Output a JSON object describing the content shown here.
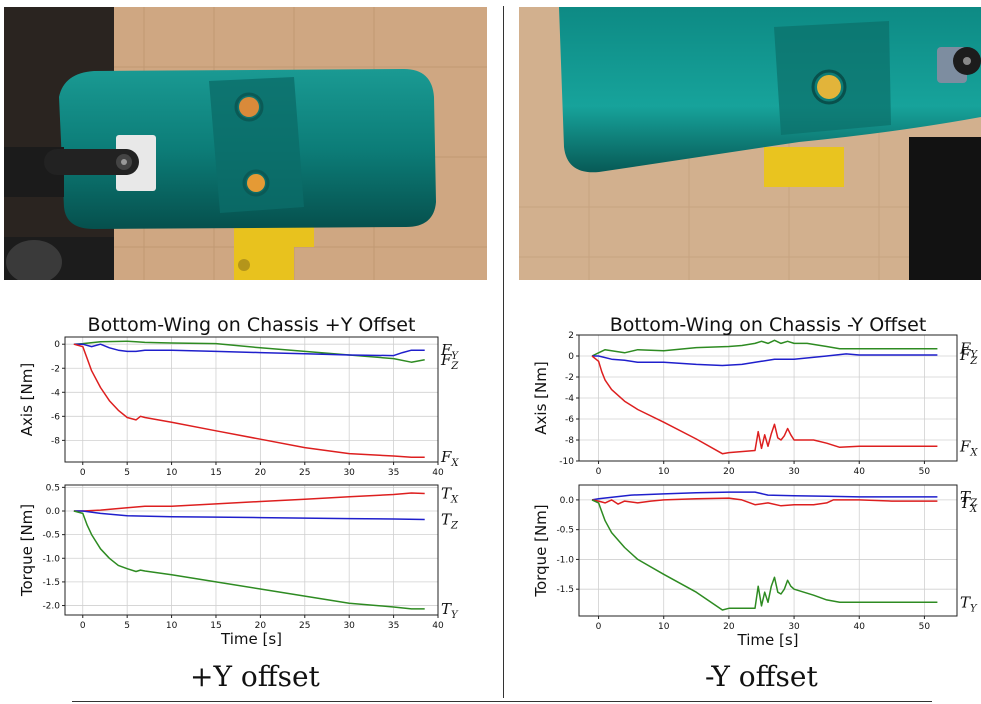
{
  "panels": {
    "left": {
      "caption": "+Y offset"
    },
    "right": {
      "caption": "-Y offset"
    }
  },
  "chart_data": [
    {
      "id": "left-axis",
      "type": "line",
      "title": "Bottom-Wing on Chassis +Y Offset",
      "ylabel": "Axis [Nm]",
      "xlabel": "",
      "xlim": [
        -2,
        40
      ],
      "ylim": [
        -9.8,
        0.6
      ],
      "xticks": [
        0,
        5,
        10,
        15,
        20,
        25,
        30,
        35,
        40
      ],
      "yticks": [
        0,
        -2,
        -4,
        -6,
        -8
      ],
      "grid": true,
      "series": [
        {
          "name": "F_Z",
          "color": "#2e8b22",
          "label_main": "F",
          "label_sub": "Z",
          "x": [
            -1,
            0,
            2,
            5,
            6,
            7,
            10,
            15,
            20,
            25,
            30,
            35,
            37,
            38.5
          ],
          "y": [
            0,
            0.05,
            0.2,
            0.25,
            0.2,
            0.15,
            0.1,
            0.05,
            -0.3,
            -0.6,
            -0.9,
            -1.2,
            -1.5,
            -1.3
          ]
        },
        {
          "name": "F_Y",
          "color": "#1f1fcc",
          "label_main": "F",
          "label_sub": "Y",
          "x": [
            -1,
            0,
            1,
            2,
            3,
            4,
            5,
            6,
            7,
            10,
            15,
            20,
            25,
            30,
            35,
            36,
            37,
            38.5
          ],
          "y": [
            0,
            0,
            -0.2,
            0,
            -0.3,
            -0.5,
            -0.6,
            -0.6,
            -0.5,
            -0.5,
            -0.6,
            -0.7,
            -0.8,
            -0.9,
            -0.95,
            -0.7,
            -0.5,
            -0.5
          ]
        },
        {
          "name": "F_X",
          "color": "#dd1f1f",
          "label_main": "F",
          "label_sub": "X",
          "x": [
            -1,
            0,
            0.5,
            1,
            2,
            3,
            4,
            5,
            6,
            6.5,
            7,
            10,
            15,
            20,
            25,
            30,
            35,
            37,
            38.5
          ],
          "y": [
            0,
            -0.2,
            -1.2,
            -2.2,
            -3.6,
            -4.7,
            -5.5,
            -6.1,
            -6.3,
            -6.0,
            -6.1,
            -6.5,
            -7.2,
            -7.9,
            -8.6,
            -9.1,
            -9.3,
            -9.4,
            -9.4
          ]
        }
      ]
    },
    {
      "id": "left-torque",
      "type": "line",
      "title": "",
      "ylabel": "Torque [Nm]",
      "xlabel": "Time [s]",
      "xlim": [
        -2,
        40
      ],
      "ylim": [
        -2.2,
        0.55
      ],
      "xticks": [
        0,
        5,
        10,
        15,
        20,
        25,
        30,
        35,
        40
      ],
      "yticks": [
        0.5,
        0.0,
        -0.5,
        -1.0,
        -1.5,
        -2.0
      ],
      "ytick_labels": [
        "0.5",
        "0.0",
        "-0.5",
        "-1.0",
        "-1.5",
        "-2.0"
      ],
      "grid": true,
      "series": [
        {
          "name": "T_X",
          "color": "#dd1f1f",
          "label_main": "T",
          "label_sub": "X",
          "x": [
            -1,
            0,
            2,
            5,
            7,
            10,
            15,
            20,
            25,
            30,
            35,
            37,
            38.5
          ],
          "y": [
            0,
            0,
            0.02,
            0.07,
            0.1,
            0.1,
            0.15,
            0.2,
            0.25,
            0.3,
            0.35,
            0.38,
            0.37
          ]
        },
        {
          "name": "T_Z",
          "color": "#1f1fcc",
          "label_main": "T",
          "label_sub": "Z",
          "x": [
            -1,
            0,
            2,
            5,
            10,
            15,
            20,
            25,
            30,
            35,
            38.5
          ],
          "y": [
            0,
            0,
            -0.05,
            -0.1,
            -0.12,
            -0.13,
            -0.14,
            -0.15,
            -0.16,
            -0.17,
            -0.18
          ]
        },
        {
          "name": "T_Y",
          "color": "#2e8b22",
          "label_main": "T",
          "label_sub": "Y",
          "x": [
            -1,
            0,
            0.5,
            1,
            2,
            3,
            4,
            5,
            6,
            6.5,
            7,
            10,
            15,
            20,
            25,
            30,
            35,
            37,
            38.5
          ],
          "y": [
            0,
            -0.05,
            -0.3,
            -0.5,
            -0.8,
            -1.0,
            -1.15,
            -1.22,
            -1.28,
            -1.25,
            -1.27,
            -1.35,
            -1.5,
            -1.65,
            -1.8,
            -1.95,
            -2.03,
            -2.07,
            -2.07
          ]
        }
      ]
    },
    {
      "id": "right-axis",
      "type": "line",
      "title": "Bottom-Wing on Chassis -Y Offset",
      "ylabel": "Axis [Nm]",
      "xlabel": "",
      "xlim": [
        -3,
        55
      ],
      "ylim": [
        -10,
        2
      ],
      "xticks": [
        0,
        10,
        20,
        30,
        40,
        50
      ],
      "yticks": [
        2,
        0,
        -2,
        -4,
        -6,
        -8,
        -10
      ],
      "grid": true,
      "series": [
        {
          "name": "F_Y",
          "color": "#2e8b22",
          "label_main": "F",
          "label_sub": "Y",
          "x": [
            -1,
            0,
            1,
            2,
            4,
            6,
            10,
            15,
            20,
            22,
            24,
            25,
            26,
            27,
            28,
            29,
            30,
            32,
            35,
            37,
            40,
            45,
            52
          ],
          "y": [
            0,
            0.3,
            0.6,
            0.5,
            0.3,
            0.6,
            0.5,
            0.8,
            0.9,
            1.0,
            1.2,
            1.4,
            1.2,
            1.5,
            1.2,
            1.4,
            1.2,
            1.2,
            0.9,
            0.7,
            0.7,
            0.7,
            0.7
          ]
        },
        {
          "name": "F_Z",
          "color": "#1f1fcc",
          "label_main": "F",
          "label_sub": "Z",
          "x": [
            -1,
            0,
            2,
            4,
            6,
            10,
            15,
            19,
            22,
            25,
            27,
            30,
            35,
            38,
            40,
            45,
            52
          ],
          "y": [
            0,
            0,
            -0.3,
            -0.4,
            -0.6,
            -0.6,
            -0.8,
            -0.9,
            -0.8,
            -0.5,
            -0.3,
            -0.3,
            0,
            0.2,
            0.1,
            0.1,
            0.1
          ]
        },
        {
          "name": "F_X",
          "color": "#dd1f1f",
          "label_main": "F",
          "label_sub": "X",
          "x": [
            -1,
            0,
            0.5,
            1,
            2,
            4,
            6,
            10,
            15,
            19,
            20,
            24,
            24.5,
            25,
            25.5,
            26,
            26.5,
            27,
            27.5,
            28,
            28.5,
            29,
            29.5,
            30,
            33,
            35,
            37,
            40,
            45,
            52
          ],
          "y": [
            0,
            -0.5,
            -1.5,
            -2.3,
            -3.2,
            -4.3,
            -5.1,
            -6.3,
            -7.9,
            -9.3,
            -9.2,
            -9.0,
            -7.2,
            -8.8,
            -7.5,
            -8.6,
            -7.4,
            -6.5,
            -7.8,
            -8.0,
            -7.6,
            -6.9,
            -7.5,
            -8.0,
            -8.0,
            -8.3,
            -8.7,
            -8.6,
            -8.6,
            -8.6
          ]
        }
      ]
    },
    {
      "id": "right-torque",
      "type": "line",
      "title": "",
      "ylabel": "Torque [Nm]",
      "xlabel": "Time [s]",
      "xlim": [
        -3,
        55
      ],
      "ylim": [
        -1.95,
        0.25
      ],
      "xticks": [
        0,
        10,
        20,
        30,
        40,
        50
      ],
      "yticks": [
        0.0,
        -0.5,
        -1.0,
        -1.5
      ],
      "ytick_labels": [
        "0.0",
        "-0.5",
        "-1.0",
        "-1.5"
      ],
      "grid": true,
      "series": [
        {
          "name": "T_Z",
          "color": "#1f1fcc",
          "label_main": "T",
          "label_sub": "Z",
          "x": [
            -1,
            0,
            5,
            10,
            15,
            20,
            24,
            26,
            30,
            35,
            40,
            45,
            52
          ],
          "y": [
            0,
            0.02,
            0.08,
            0.1,
            0.12,
            0.13,
            0.13,
            0.08,
            0.07,
            0.06,
            0.05,
            0.05,
            0.05
          ]
        },
        {
          "name": "T_X",
          "color": "#dd1f1f",
          "label_main": "T",
          "label_sub": "X",
          "x": [
            -1,
            0,
            1,
            2,
            3,
            4,
            6,
            8,
            10,
            15,
            20,
            22,
            24,
            26,
            28,
            30,
            33,
            35,
            36,
            37,
            40,
            45,
            52
          ],
          "y": [
            0,
            -0.02,
            -0.05,
            0.0,
            -0.07,
            -0.02,
            -0.05,
            -0.02,
            0.0,
            0.02,
            0.03,
            0.0,
            -0.08,
            -0.05,
            -0.1,
            -0.08,
            -0.08,
            -0.05,
            0.0,
            0.0,
            0.0,
            -0.02,
            -0.02
          ]
        },
        {
          "name": "T_Y",
          "color": "#2e8b22",
          "label_main": "T",
          "label_sub": "Y",
          "x": [
            -1,
            0,
            0.5,
            1,
            2,
            4,
            6,
            10,
            15,
            19,
            20,
            24,
            24.5,
            25,
            25.5,
            26,
            26.5,
            27,
            27.5,
            28,
            28.5,
            29,
            29.5,
            30,
            33,
            35,
            37,
            40,
            45,
            52
          ],
          "y": [
            0,
            -0.05,
            -0.2,
            -0.35,
            -0.55,
            -0.8,
            -1.0,
            -1.25,
            -1.55,
            -1.85,
            -1.82,
            -1.82,
            -1.45,
            -1.78,
            -1.55,
            -1.72,
            -1.45,
            -1.3,
            -1.55,
            -1.58,
            -1.5,
            -1.35,
            -1.45,
            -1.5,
            -1.6,
            -1.68,
            -1.72,
            -1.72,
            -1.72,
            -1.72
          ]
        }
      ]
    }
  ]
}
